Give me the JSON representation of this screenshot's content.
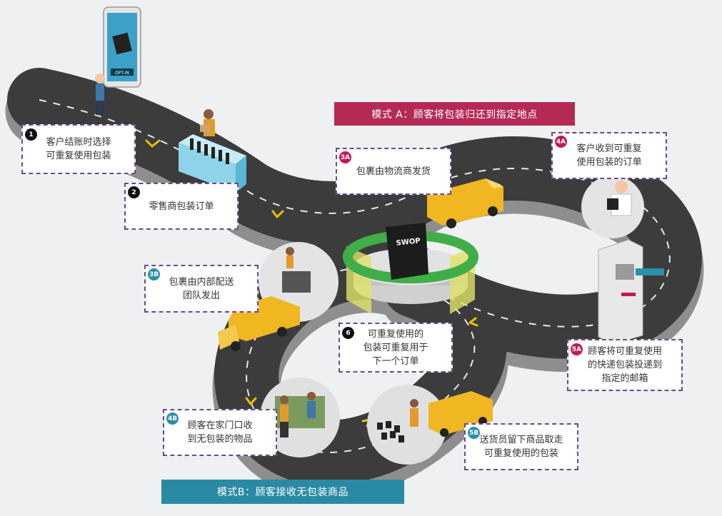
{
  "banners": {
    "mode_a": "模式 A：顾客将包装归还到指定地点",
    "mode_b": "模式B：顾客接收无包装商品"
  },
  "steps": [
    {
      "badge": "1",
      "text": "客户结账时选择\n可重复使用包装"
    },
    {
      "badge": "2",
      "text": "零售商包装订单"
    },
    {
      "badge": "3A",
      "text": "包裹由物流商发货"
    },
    {
      "badge": "3B",
      "text": "包裹由内部配送\n团队发出"
    },
    {
      "badge": "4A",
      "text": "客户收到可重复\n使用包装的订单"
    },
    {
      "badge": "4B",
      "text": "顾客在家门口收\n到无包装的物品"
    },
    {
      "badge": "5A",
      "text": "顾客将可重复使用\n的快递包装投递到\n指定的邮箱"
    },
    {
      "badge": "5B",
      "text": "送货员留下商品取走\n可重复使用的包装"
    },
    {
      "badge": "6",
      "text": "可重复使用的\n包装可重复用于\n下一个订单"
    }
  ],
  "phone_label": "OPT-IN",
  "center_box_label": "SWOP",
  "colors": {
    "road": "#3c3c3c",
    "road_side": "#8e8e8e",
    "dash_border": "#6b4a8a",
    "mode_a": "#b52a55",
    "mode_b": "#2a8aa3",
    "arrow": "#e7c300",
    "van": "#f0b722",
    "recycle_green": "#3fae49"
  }
}
